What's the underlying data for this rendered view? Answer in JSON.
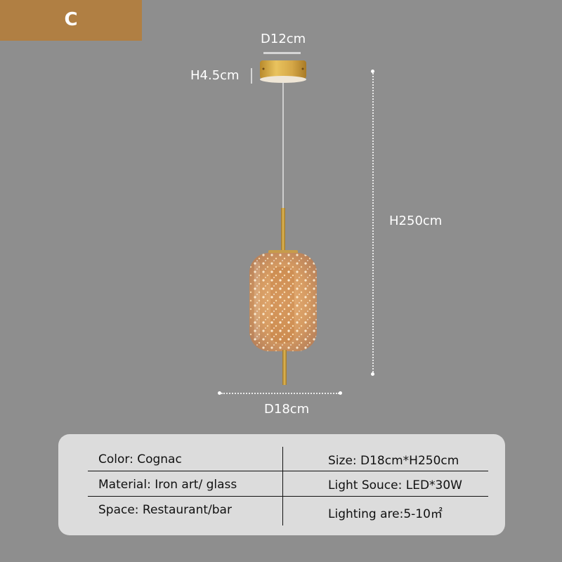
{
  "variant": {
    "label": "C",
    "color": "#b07f43"
  },
  "dimensions": {
    "canopy_diameter": "D12cm",
    "canopy_height": "H4.5cm",
    "total_height": "H250cm",
    "shade_diameter": "D18cm"
  },
  "product": {
    "name": "pendant-lamp",
    "finish_color": "#c9a24a",
    "glass_color": "#d9a066"
  },
  "specs": {
    "left": [
      "Color: Cognac",
      "Material: Iron art/ glass",
      "Space: Restaurant/bar"
    ],
    "right": [
      "Size: D18cm*H250cm",
      "Light Souce: LED*30W",
      "Lighting are:5-10㎡"
    ]
  }
}
